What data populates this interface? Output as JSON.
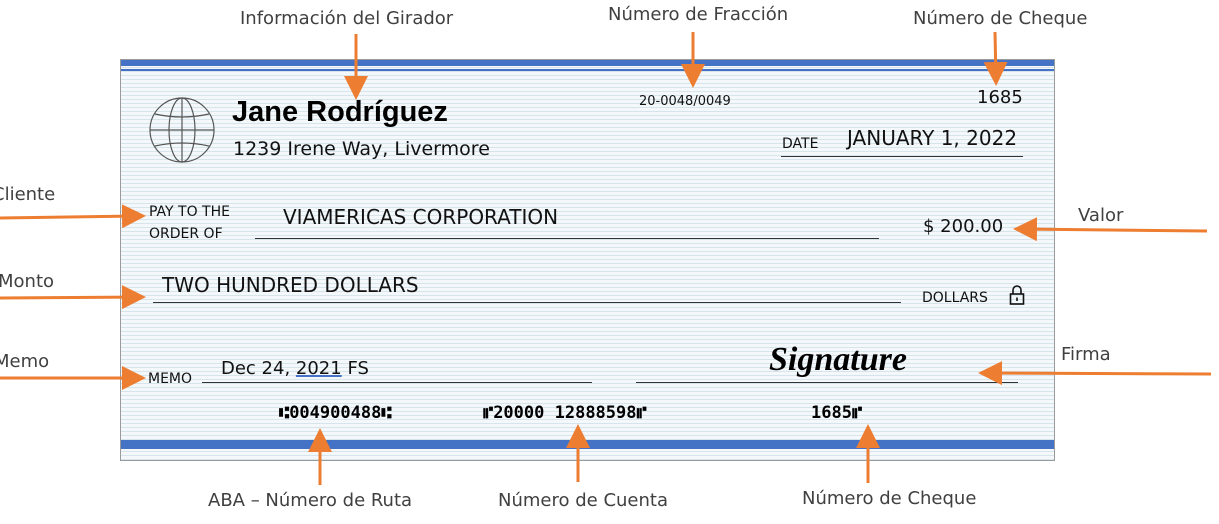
{
  "labels": {
    "drawer_info": "Información del Girador",
    "fraction_number": "Número de Fracción",
    "check_number_top": "Número de Cheque",
    "client": "Cliente",
    "amount_words": "Monto",
    "memo": "Memo",
    "value": "Valor",
    "signature": "Firma",
    "aba": "ABA – Número de Ruta",
    "account": "Número de Cuenta",
    "check_number_bottom": "Número de Cheque"
  },
  "check": {
    "drawer_name": "Jane Rodríguez",
    "drawer_address": "1239 Irene Way, Livermore",
    "fraction": "20-0048/0049",
    "number": "1685",
    "date_label": "DATE",
    "date": "JANUARY 1, 2022",
    "pay_to_line1": "PAY TO THE",
    "pay_to_line2": "ORDER OF",
    "payee": "VIAMERICAS CORPORATION",
    "amount_numeric": "$ 200.00",
    "amount_words": "TWO HUNDRED DOLLARS",
    "dollars_label": "DOLLARS",
    "memo_label": "MEMO",
    "memo_text_a": "Dec 24, ",
    "memo_text_b": "2021",
    "memo_text_c": " FS",
    "signature": "Signature",
    "micr_routing": "⑆004900488⑆",
    "micr_account": "⑈20000 12888598⑈",
    "micr_check": "1685⑈"
  },
  "colors": {
    "arrow": "#ed7d31",
    "band": "#4472c4",
    "label_text": "#404040"
  },
  "icons": {
    "logo": "globe-icon",
    "lock": "lock-icon"
  }
}
